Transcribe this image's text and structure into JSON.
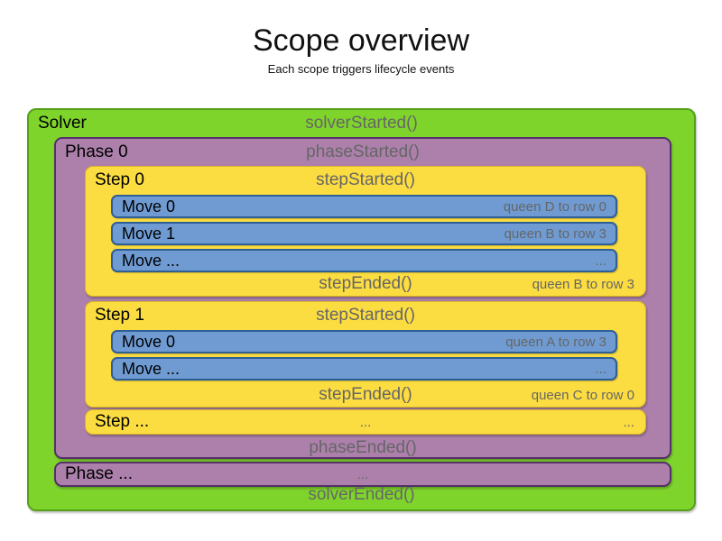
{
  "header": {
    "title": "Scope overview",
    "subtitle": "Each scope triggers lifecycle events"
  },
  "solver": {
    "label": "Solver",
    "started_event": "solverStarted()",
    "ended_event": "solverEnded()",
    "phase0": {
      "label": "Phase 0",
      "started_event": "phaseStarted()",
      "ended_event": "phaseEnded()",
      "steps": [
        {
          "label": "Step 0",
          "started_event": "stepStarted()",
          "ended_event": "stepEnded()",
          "ended_note": "queen B to row 3",
          "moves": [
            {
              "label": "Move 0",
              "note": "queen D to row 0"
            },
            {
              "label": "Move 1",
              "note": "queen B to row 3"
            },
            {
              "label": "Move ...",
              "note": "..."
            }
          ]
        },
        {
          "label": "Step 1",
          "started_event": "stepStarted()",
          "ended_event": "stepEnded()",
          "ended_note": "queen C to row 0",
          "moves": [
            {
              "label": "Move 0",
              "note": "queen A to row 3"
            },
            {
              "label": "Move ...",
              "note": "..."
            }
          ]
        }
      ],
      "step_more": {
        "label": "Step ...",
        "center_text": "...",
        "right_text": "..."
      }
    },
    "phase_more": {
      "label": "Phase ...",
      "center_text": "..."
    }
  },
  "colors": {
    "solver_green": "#7fd42c",
    "solver_border": "#55a019",
    "phase_purple": "#ac80ab",
    "phase_border": "#543067",
    "step_yellow": "#fbdc41",
    "step_border": "#d9b327",
    "move_blue": "#6f9bd2",
    "move_border": "#2e5e96",
    "event_text_gray": "#666666",
    "label_text_black": "#000000"
  }
}
